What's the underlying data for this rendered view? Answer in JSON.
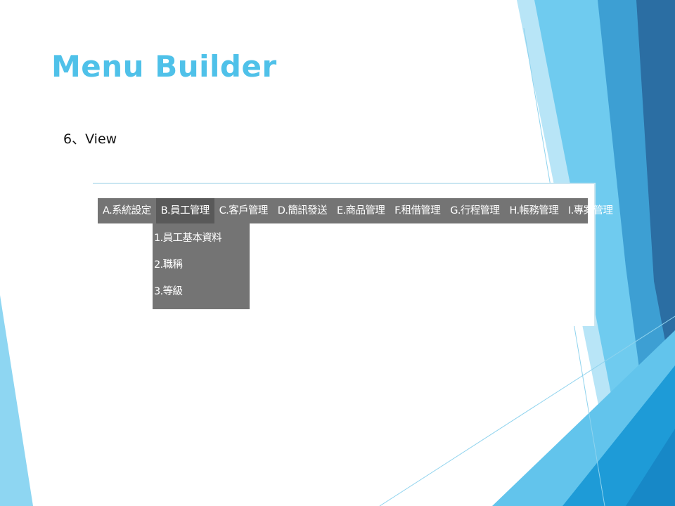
{
  "slide": {
    "title": "Menu Builder",
    "step": "6、View"
  },
  "menu": {
    "items": [
      {
        "label": "A.系統設定"
      },
      {
        "label": "B.員工管理"
      },
      {
        "label": "C.客戶管理"
      },
      {
        "label": "D.簡訊發送"
      },
      {
        "label": "E.商品管理"
      },
      {
        "label": "F.租借管理"
      },
      {
        "label": "G.行程管理"
      },
      {
        "label": "H.帳務管理"
      },
      {
        "label": "I.專案管理"
      }
    ],
    "active_index": 1,
    "submenu": [
      {
        "label": "1.員工基本資料"
      },
      {
        "label": "2.職稱"
      },
      {
        "label": "3.等級"
      }
    ]
  },
  "theme": {
    "title_color": "#4fc1e9",
    "menu_bg": "#747474",
    "menu_active_bg": "#595959",
    "accent_blue": "#1e96d2",
    "accent_dark": "#2a6e9e"
  }
}
